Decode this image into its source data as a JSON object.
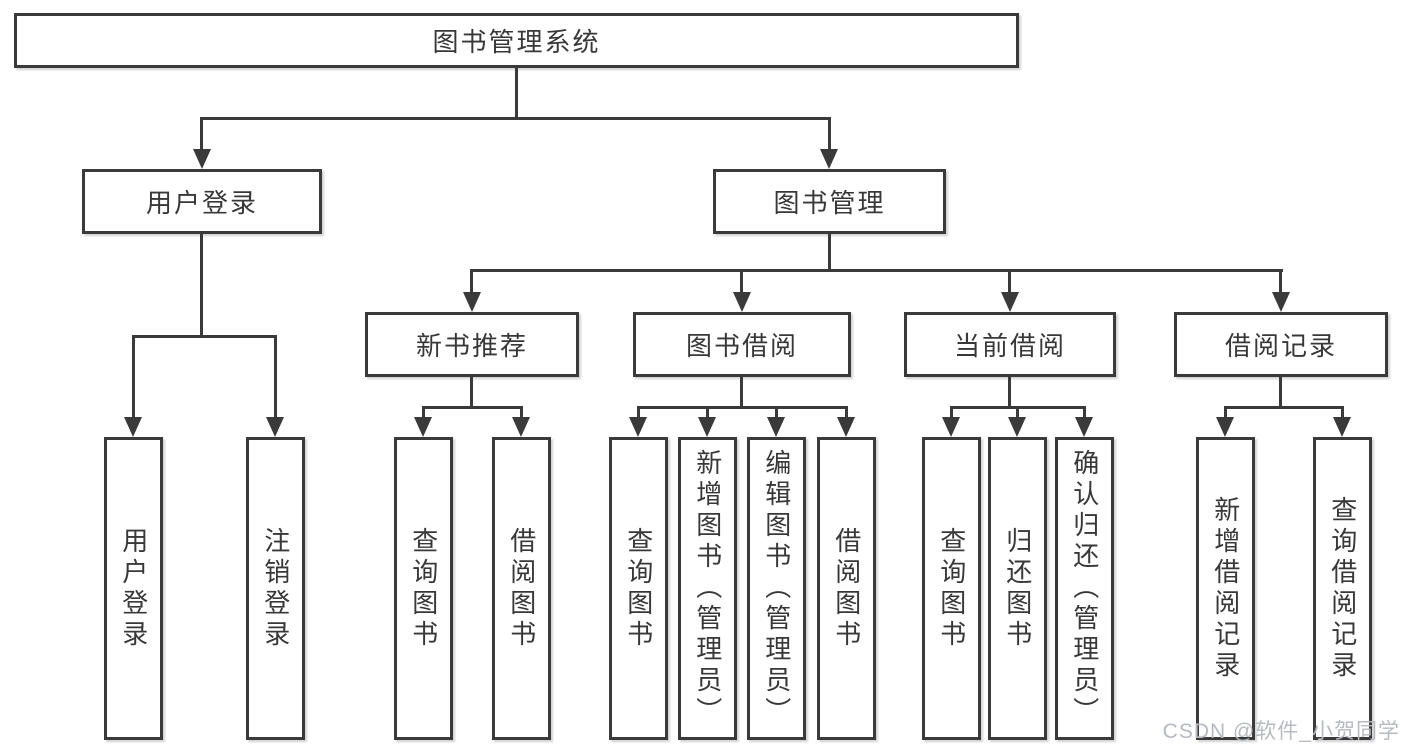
{
  "diagram": {
    "root": {
      "label": "图书管理系统"
    },
    "level2": [
      {
        "label": "用户登录"
      },
      {
        "label": "图书管理"
      }
    ],
    "level3": [
      {
        "label": "新书推荐"
      },
      {
        "label": "图书借阅"
      },
      {
        "label": "当前借阅"
      },
      {
        "label": "借阅记录"
      }
    ],
    "leaves": [
      {
        "label": "用户登录"
      },
      {
        "label": "注销登录"
      },
      {
        "label": "查询图书"
      },
      {
        "label": "借阅图书"
      },
      {
        "label": "查询图书"
      },
      {
        "label": "新增图书（管理员）"
      },
      {
        "label": "编辑图书（管理员）"
      },
      {
        "label": "借阅图书"
      },
      {
        "label": "查询图书"
      },
      {
        "label": "归还图书"
      },
      {
        "label": "确认归还（管理员）"
      },
      {
        "label": "新增借阅记录"
      },
      {
        "label": "查询借阅记录"
      }
    ]
  },
  "watermark": {
    "text": "CSDN @软件_小贺同学"
  },
  "colors": {
    "line": "#3a3a3a",
    "text": "#383838",
    "watermark": "#b6bac1",
    "background": "#ffffff"
  }
}
